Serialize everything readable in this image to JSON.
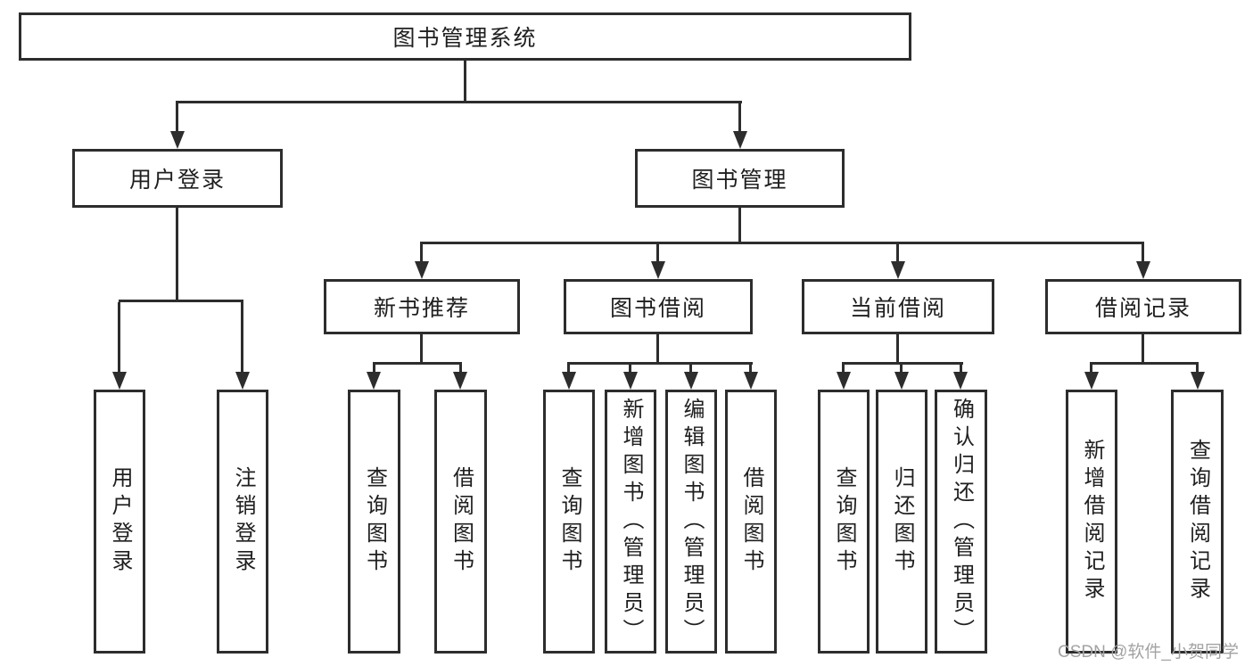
{
  "tree": {
    "root": {
      "label": "图书管理系统"
    },
    "branches": [
      {
        "label": "用户登录",
        "children": [
          {
            "label": "用户登录"
          },
          {
            "label": "注销登录"
          }
        ]
      },
      {
        "label": "图书管理",
        "children": [
          {
            "label": "新书推荐",
            "children": [
              {
                "label": "查询图书"
              },
              {
                "label": "借阅图书"
              }
            ]
          },
          {
            "label": "图书借阅",
            "children": [
              {
                "label": "查询图书"
              },
              {
                "label": "新增图书（管理员）"
              },
              {
                "label": "编辑图书（管理员）"
              },
              {
                "label": "借阅图书"
              }
            ]
          },
          {
            "label": "当前借阅",
            "children": [
              {
                "label": "查询图书"
              },
              {
                "label": "归还图书"
              },
              {
                "label": "确认归还（管理员）"
              }
            ]
          },
          {
            "label": "借阅记录",
            "children": [
              {
                "label": "新增借阅记录"
              },
              {
                "label": "查询借阅记录"
              }
            ]
          }
        ]
      }
    ]
  },
  "watermark": {
    "text": "CSDN @软件_小贺同学"
  },
  "colors": {
    "line": "#2d2d2d",
    "text": "#1f1f1f",
    "background": "#ffffff",
    "watermark": "#a3a3a3"
  }
}
